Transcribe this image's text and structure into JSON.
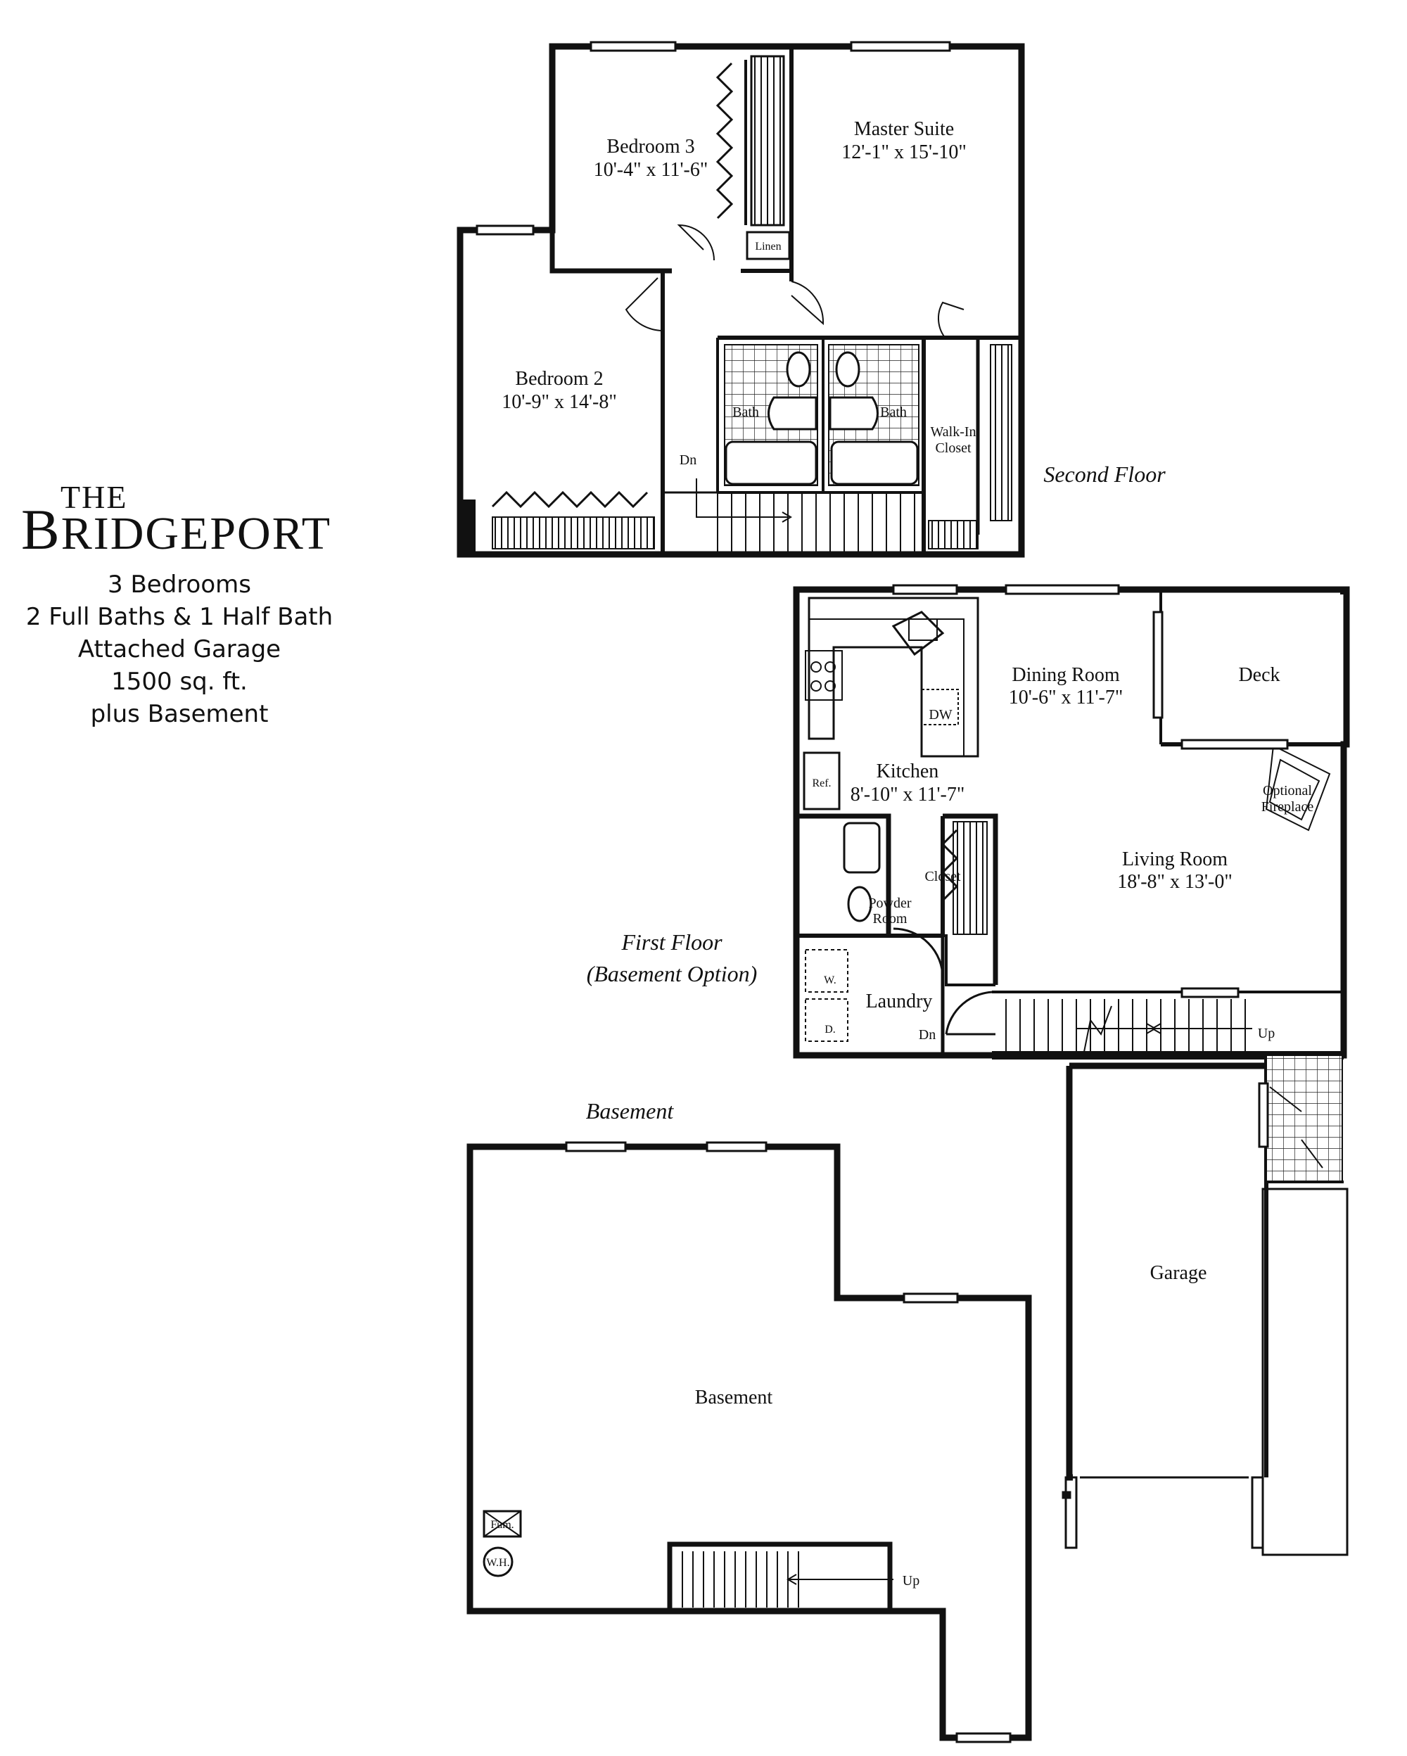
{
  "brand": {
    "the": "THE",
    "name_initial": "B",
    "name_rest": "RIDGEPORT"
  },
  "features": [
    "3 Bedrooms",
    "2 Full Baths & 1 Half Bath",
    "Attached Garage",
    "1500 sq. ft.",
    "plus Basement"
  ],
  "floors": {
    "second": "Second Floor",
    "first_line1": "First Floor",
    "first_line2": "(Basement Option)",
    "basement": "Basement"
  },
  "rooms": {
    "bedroom3": {
      "name": "Bedroom 3",
      "size": "10'-4\" x 11'-6\""
    },
    "master": {
      "name": "Master Suite",
      "size": "12'-1\" x 15'-10\""
    },
    "bedroom2": {
      "name": "Bedroom 2",
      "size": "10'-9\" x 14'-8\""
    },
    "dining": {
      "name": "Dining Room",
      "size": "10'-6\" x 11'-7\""
    },
    "kitchen": {
      "name": "Kitchen",
      "size": "8'-10\" x 11'-7\""
    },
    "living": {
      "name": "Living Room",
      "size": "18'-8\" x 13'-0\""
    },
    "basement_room": {
      "name": "Basement"
    },
    "garage": {
      "name": "Garage"
    },
    "deck": {
      "name": "Deck"
    },
    "laundry": {
      "name": "Laundry"
    }
  },
  "small_labels": {
    "linen": "Linen",
    "bath": "Bath",
    "walkin_1": "Walk-In",
    "walkin_2": "Closet",
    "dn": "Dn",
    "up": "Up",
    "dw": "DW",
    "ref": "Ref.",
    "fireplace_1": "Optional",
    "fireplace_2": "Fireplace",
    "closet": "Closet",
    "powder_1": "Powder",
    "powder_2": "Room",
    "washer": "W.",
    "dryer": "D.",
    "furnace": "Fum.",
    "water_heater": "W.H."
  }
}
